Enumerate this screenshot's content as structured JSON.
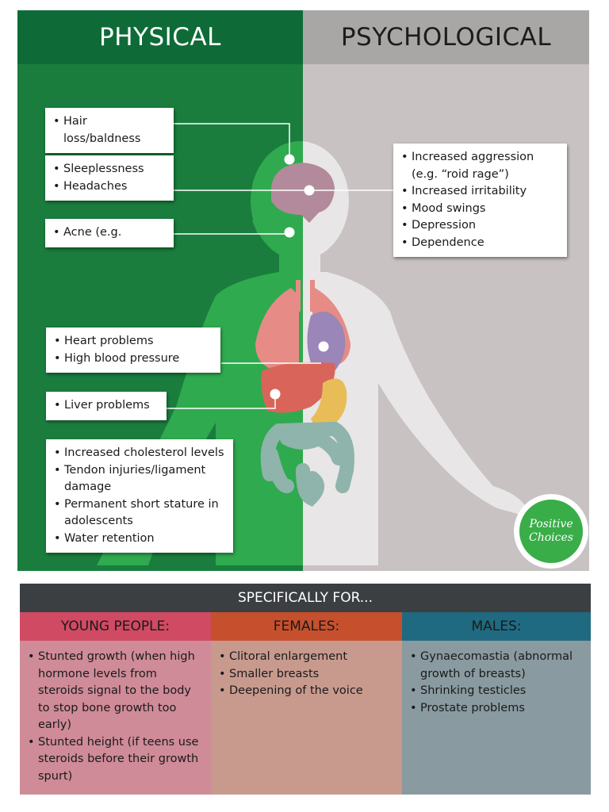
{
  "header": {
    "physical": "PHYSICAL",
    "psychological": "PSYCHOLOGICAL"
  },
  "physical_boxes": {
    "hair": [
      "Hair loss/baldness"
    ],
    "sleep": [
      "Sleeplessness",
      "Headaches"
    ],
    "acne": [
      "Acne (e.g."
    ],
    "heart": [
      "Heart problems",
      "High blood pressure"
    ],
    "liver": [
      "Liver problems"
    ],
    "other": [
      "Increased cholesterol levels",
      "Tendon injuries/ligament damage",
      "Permanent short stature in adolescents",
      "Water retention"
    ]
  },
  "psychological_box": [
    "Increased aggression (e.g. “roid rage”)",
    "Increased irritability",
    "Mood swings",
    "Depression",
    "Dependence"
  ],
  "logo": {
    "line1": "Positive",
    "line2": "Choices"
  },
  "specifically": {
    "title": "SPECIFICALLY FOR...",
    "young": {
      "title": "YOUNG PEOPLE:",
      "items": [
        "Stunted growth (when high hormone levels from steroids signal to the body to stop bone growth too early)",
        "Stunted height (if teens use steroids before their growth spurt)"
      ]
    },
    "females": {
      "title": "FEMALES:",
      "items": [
        "Clitoral enlargement",
        "Smaller breasts",
        "Deepening of the voice"
      ]
    },
    "males": {
      "title": "MALES:",
      "items": [
        "Gynaecomastia (abnormal growth of breasts)",
        "Shrinking testicles",
        "Prostate problems"
      ]
    }
  },
  "colors": {
    "physical_header": "#0e6b37",
    "physical_bg": "#1a7d3d",
    "psychological_header": "#a8a7a6",
    "psychological_bg": "#c8c2c2",
    "young": "#cf4a62",
    "females": "#c6502e",
    "males": "#1f6a80"
  }
}
